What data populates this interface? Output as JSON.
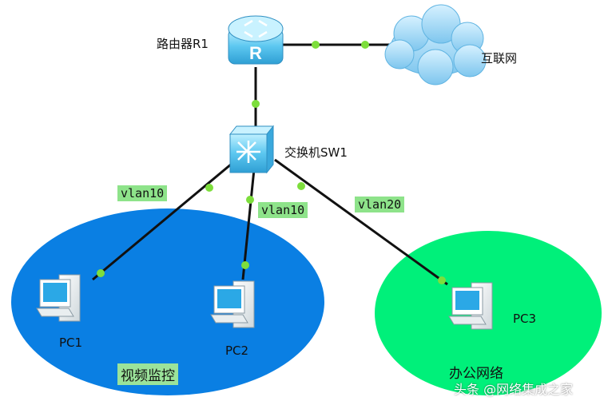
{
  "devices": {
    "router": {
      "label": "路由器R1"
    },
    "switch": {
      "label": "交换机SW1"
    },
    "internet": {
      "label": "互联网"
    },
    "pc1": {
      "label": "PC1"
    },
    "pc2": {
      "label": "PC2"
    },
    "pc3": {
      "label": "PC3"
    }
  },
  "links": {
    "pc1_vlan": "vlan10",
    "pc2_vlan": "vlan10",
    "pc3_vlan": "vlan20"
  },
  "zones": {
    "video": {
      "label": "视频监控",
      "color": "#0a7fe3"
    },
    "office": {
      "label": "办公网络",
      "color": "#00f07a"
    }
  },
  "colors": {
    "link_dot": "#7dde3c",
    "device_blue": "#5cc7f0",
    "cloud": "#8fd2f2"
  },
  "watermark": "头条 @网络集成之家"
}
